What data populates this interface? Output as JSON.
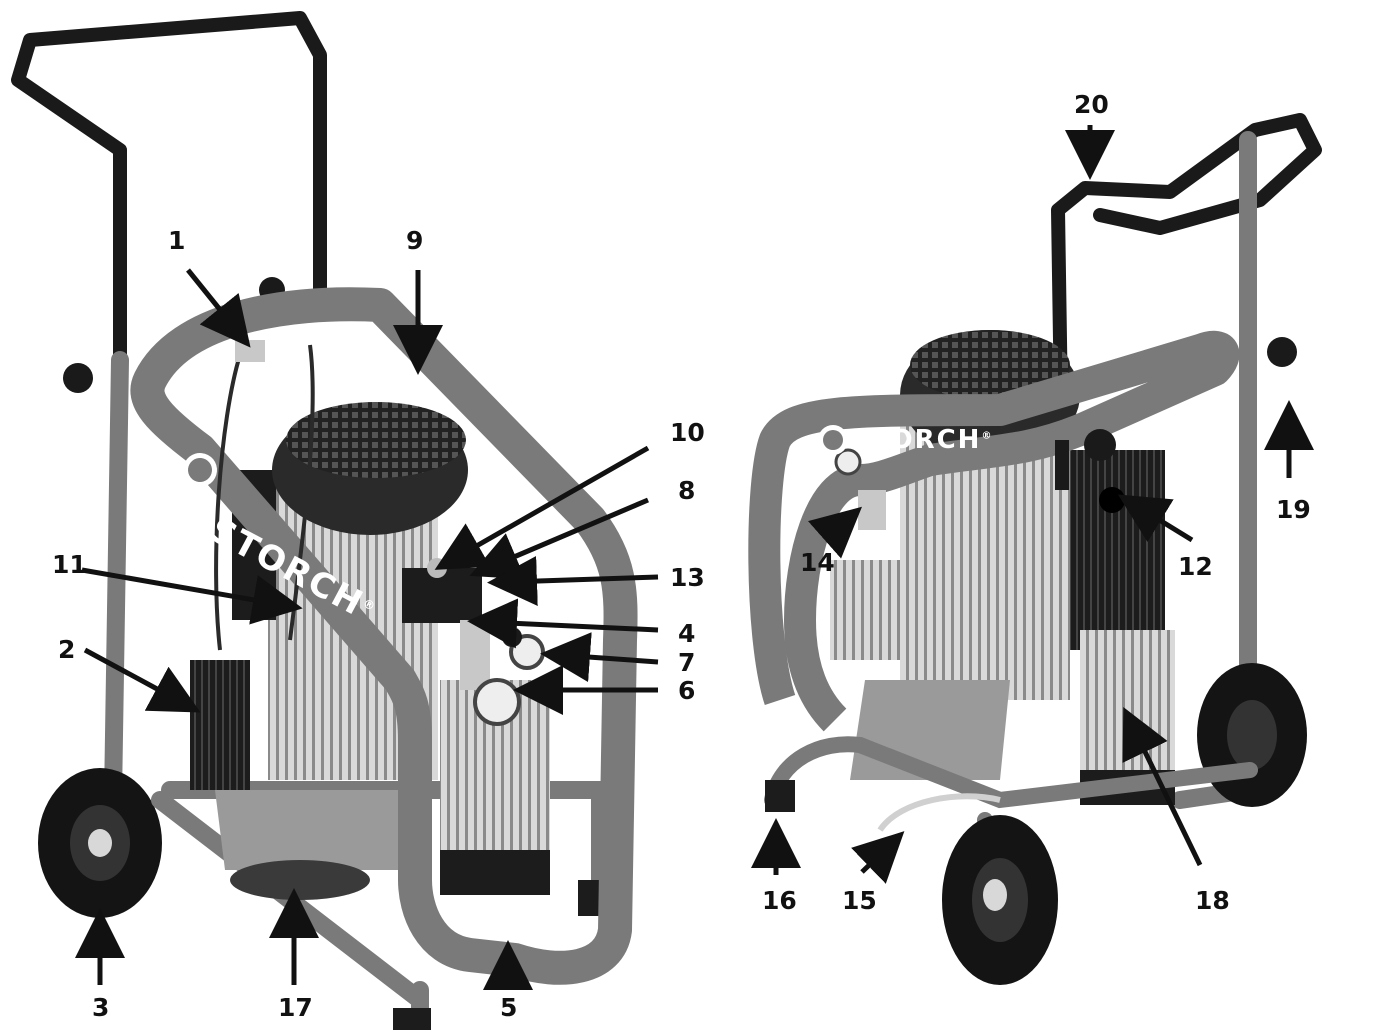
{
  "brand": {
    "logo_text": "STORCH",
    "registered_mark": "®"
  },
  "callouts": [
    {
      "id": "1",
      "label": "1"
    },
    {
      "id": "2",
      "label": "2"
    },
    {
      "id": "3",
      "label": "3"
    },
    {
      "id": "4",
      "label": "4"
    },
    {
      "id": "5",
      "label": "5"
    },
    {
      "id": "6",
      "label": "6"
    },
    {
      "id": "7",
      "label": "7"
    },
    {
      "id": "8",
      "label": "8"
    },
    {
      "id": "9",
      "label": "9"
    },
    {
      "id": "10",
      "label": "10"
    },
    {
      "id": "11",
      "label": "11"
    },
    {
      "id": "12",
      "label": "12"
    },
    {
      "id": "13",
      "label": "13"
    },
    {
      "id": "14",
      "label": "14"
    },
    {
      "id": "15",
      "label": "15"
    },
    {
      "id": "16",
      "label": "16"
    },
    {
      "id": "17",
      "label": "17"
    },
    {
      "id": "18",
      "label": "18"
    },
    {
      "id": "19",
      "label": "19"
    },
    {
      "id": "20",
      "label": "20"
    }
  ],
  "colors": {
    "frame": "#7a7a7a",
    "frame_dark": "#5e5e5e",
    "handle": "#1a1a1a",
    "motor_cap": "#2a2a2a",
    "motor_fins": "#cfcfcf",
    "black_part": "#1c1c1c",
    "tire": "#141414",
    "arrow": "#111111"
  }
}
